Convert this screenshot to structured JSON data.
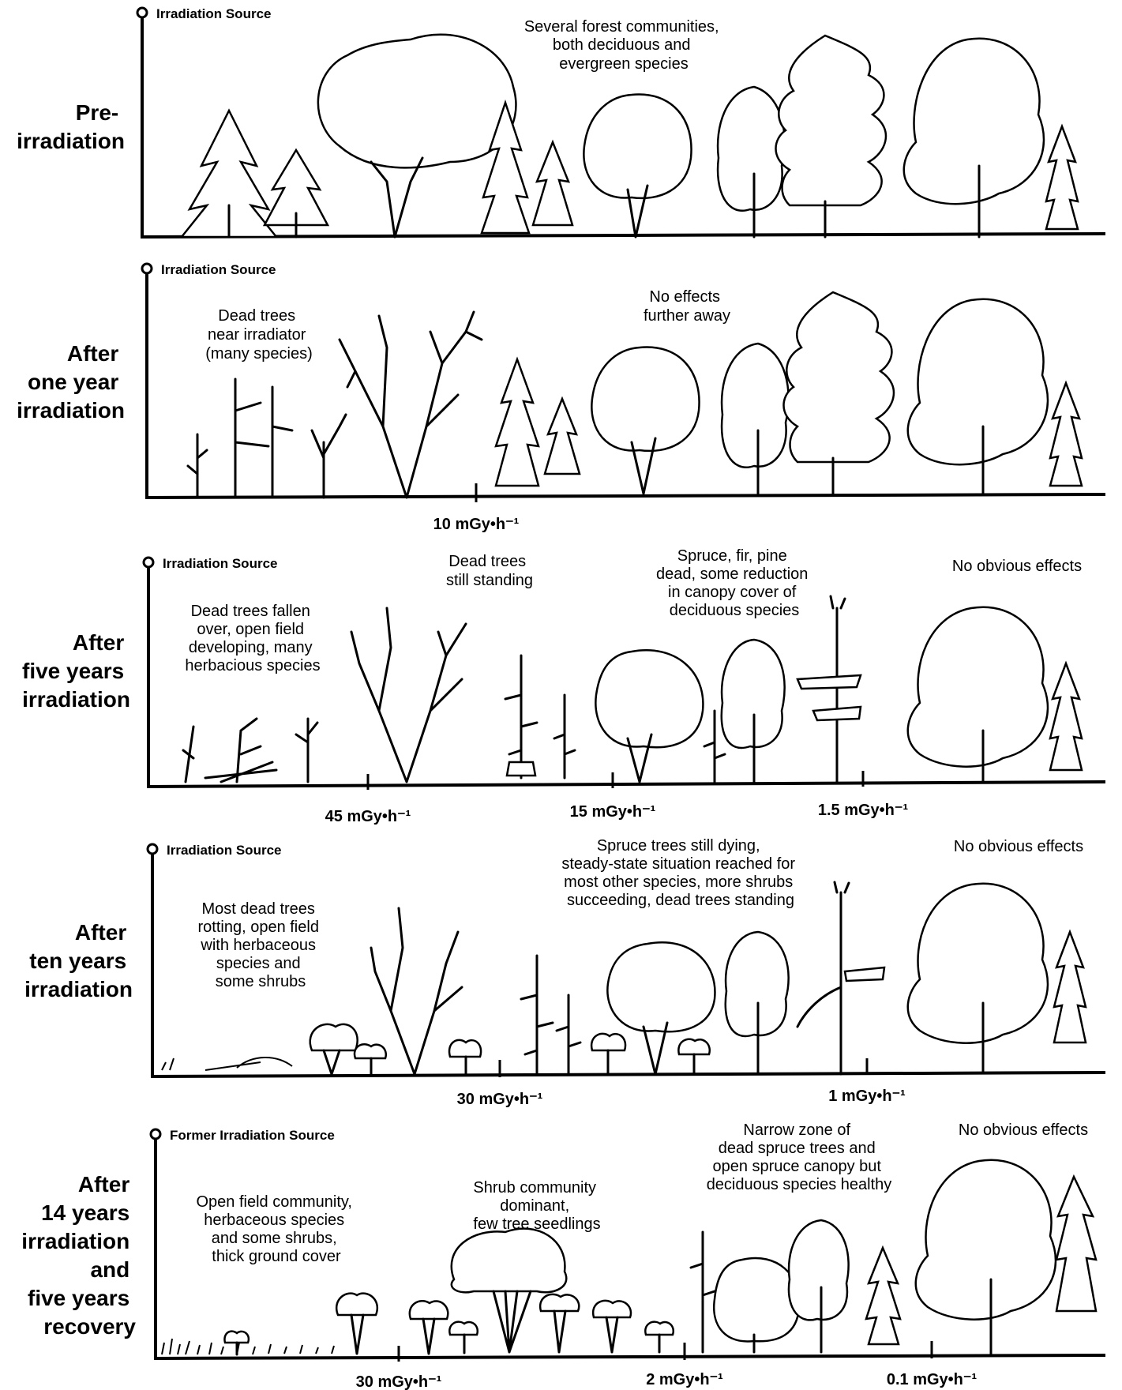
{
  "panels": [
    {
      "stage": [
        "Pre-",
        "irradiation"
      ],
      "source_label": "Irradiation Source",
      "notes": [
        [
          "Several forest communities,",
          "both deciduous and",
          "evergreen species"
        ]
      ],
      "dose_rates": []
    },
    {
      "stage": [
        "After",
        "one year",
        "irradiation"
      ],
      "source_label": "Irradiation Source",
      "notes": [
        [
          "Dead trees",
          "near irradiator",
          "(many species)"
        ],
        [
          "No effects",
          "further away"
        ]
      ],
      "dose_rates": [
        "10 mGy•h⁻¹"
      ]
    },
    {
      "stage": [
        "After",
        "five years",
        "irradiation"
      ],
      "source_label": "Irradiation Source",
      "notes": [
        [
          "Dead trees fallen",
          "over, open field",
          "developing, many",
          "herbacious species"
        ],
        [
          "Dead trees",
          "still standing"
        ],
        [
          "Spruce, fir, pine",
          "dead, some reduction",
          "in canopy cover of",
          "deciduous species"
        ],
        [
          "No obvious effects"
        ]
      ],
      "dose_rates": [
        "45 mGy•h⁻¹",
        "15 mGy•h⁻¹",
        "1.5 mGy•h⁻¹"
      ]
    },
    {
      "stage": [
        "After",
        "ten years",
        "irradiation"
      ],
      "source_label": "Irradiation Source",
      "notes": [
        [
          "Most dead trees",
          "rotting, open field",
          "with herbaceous",
          "species and",
          "some shrubs"
        ],
        [
          "Spruce trees still dying,",
          "steady-state situation reached for",
          "most other species, more shrubs",
          "succeeding, dead trees standing"
        ],
        [
          "No obvious effects"
        ]
      ],
      "dose_rates": [
        "30 mGy•h⁻¹",
        "1 mGy•h⁻¹"
      ]
    },
    {
      "stage": [
        "After",
        "14 years",
        "irradiation",
        "and",
        "five years",
        "recovery"
      ],
      "source_label": "Former Irradiation Source",
      "notes": [
        [
          "Open field community,",
          "herbaceous species",
          "and some shrubs,",
          "thick ground cover"
        ],
        [
          "Shrub community",
          "dominant,",
          "few tree seedlings"
        ],
        [
          "Narrow zone of",
          "dead spruce trees and",
          "open spruce canopy but",
          "deciduous species healthy"
        ],
        [
          "No obvious effects"
        ]
      ],
      "dose_rates": [
        "30 mGy•h⁻¹",
        "2 mGy•h⁻¹",
        "0.1 mGy•h⁻¹"
      ]
    }
  ]
}
